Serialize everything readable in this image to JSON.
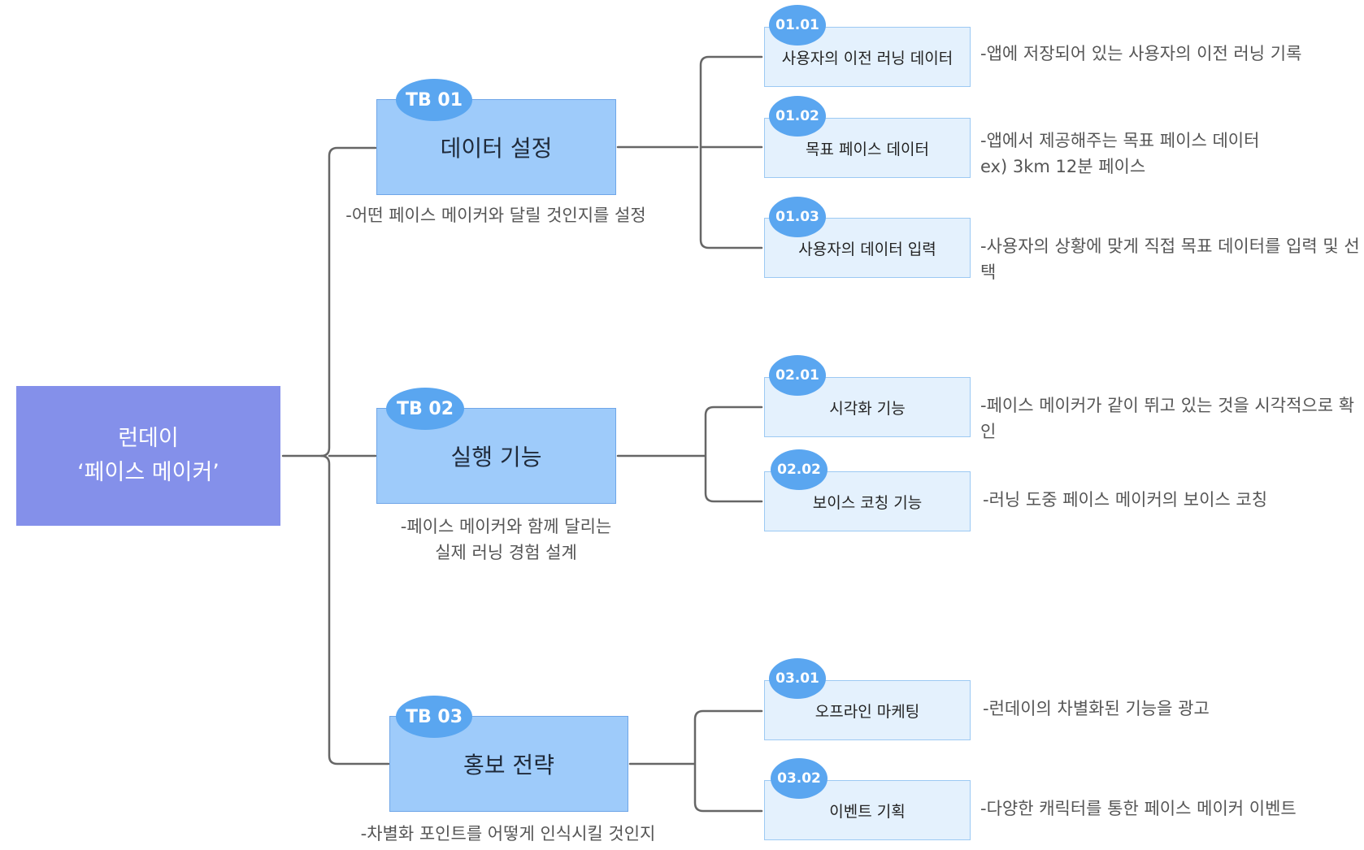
{
  "root": {
    "label": "런데이\n‘페이스 메이커’"
  },
  "branches": [
    {
      "badge": "TB 01",
      "title": "데이터 설정",
      "description": "-어떤 페이스 메이커와 달릴 것인지를 설정",
      "children": [
        {
          "badge": "01.01",
          "label": "사용자의 이전 러닝 데이터",
          "description": "-앱에 저장되어 있는 사용자의 이전 러닝 기록"
        },
        {
          "badge": "01.02",
          "label": "목표 페이스 데이터",
          "description": "-앱에서 제공해주는 목표 페이스 데이터\n ex) 3km 12분 페이스"
        },
        {
          "badge": "01.03",
          "label": "사용자의 데이터 입력",
          "description": "-사용자의 상황에 맞게 직접 목표 데이터를 입력 및 선택"
        }
      ]
    },
    {
      "badge": "TB 02",
      "title": "실행 기능",
      "description": "-페이스 메이커와 함께 달리는\n실제 러닝 경험 설계",
      "children": [
        {
          "badge": "02.01",
          "label": "시각화 기능",
          "description": "-페이스 메이커가 같이 뛰고 있는 것을 시각적으로 확인"
        },
        {
          "badge": "02.02",
          "label": "보이스 코칭 기능",
          "description": "-러닝 도중 페이스 메이커의 보이스 코칭"
        }
      ]
    },
    {
      "badge": "TB 03",
      "title": "홍보 전략",
      "description": "-차별화 포인트를 어떻게 인식시킬 것인지",
      "children": [
        {
          "badge": "03.01",
          "label": "오프라인 마케팅",
          "description": "-런데이의 차별화된 기능을 광고"
        },
        {
          "badge": "03.02",
          "label": "이벤트 기획",
          "description": "-다양한 캐릭터를 통한 페이스 메이커 이벤트"
        }
      ]
    }
  ],
  "colors": {
    "root_fill": "#8490ea",
    "main_fill": "#9ecbfa",
    "sub_fill": "#e4f1fd",
    "badge_fill": "#5aa6f0",
    "connector": "#666666"
  }
}
